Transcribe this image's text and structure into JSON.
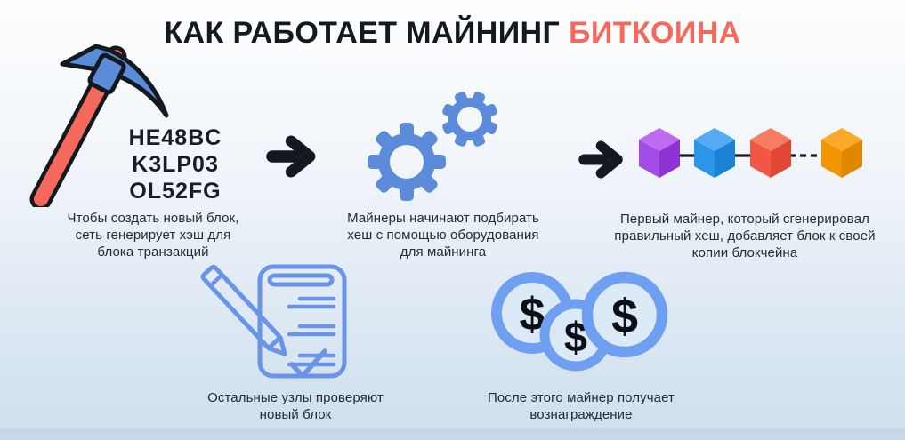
{
  "title": {
    "main": "КАК РАБОТАЕТ МАЙНИНГ",
    "accent": "БИТКОИНА"
  },
  "colors": {
    "accent_red": "#f4695c",
    "icon_blue": "#5c8bd9",
    "outline_blue": "#6a94e8",
    "coin_ring_blue": "#6f9ff0",
    "coin_face": "#dce9f6",
    "cube_purple": "#a24ce6",
    "cube_blue": "#2b96e8",
    "cube_red": "#f25743",
    "cube_orange": "#f39500",
    "arrow_black": "#14181f",
    "text_dark": "#242b35",
    "background_top": "#fdfeff",
    "background_bottom": "#cde0ee"
  },
  "steps": {
    "hash": {
      "icon": "pickaxe-icon",
      "hash_lines": [
        "HE48BC",
        "K3LP03",
        "OL52FG"
      ],
      "caption": "Чтобы создать новый блок,\nсеть генерирует хэш для\nблока транзакций"
    },
    "mining": {
      "icon": "gears-icon",
      "caption": "Майнеры начинают подбирать\nхеш с помощью оборудования\nдля майнинга"
    },
    "blockchain": {
      "icon": "blockchain-cubes-icon",
      "caption": "Первый майнер, который сгенерировал\nправильный хеш, добавляет блок к своей\nкопии блокчейна"
    },
    "validation": {
      "icon": "checklist-pencil-icon",
      "caption": "Остальные узлы проверяют\nновый блок"
    },
    "reward": {
      "icon": "dollar-coins-icon",
      "coin_symbol": "$",
      "caption": "После этого майнер получает\nвознаграждение"
    }
  }
}
